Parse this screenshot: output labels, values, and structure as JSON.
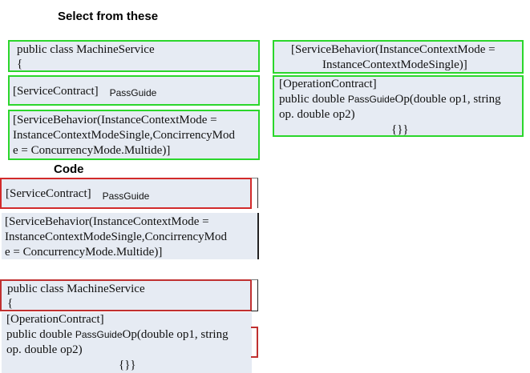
{
  "select_heading": "Select  from these",
  "code_heading": "Code",
  "options": {
    "class_open": [
      "public class MachineService",
      "{"
    ],
    "service_contract": {
      "attr": "[ServiceContract]",
      "name": "PassGuide"
    },
    "behavior_left": [
      "[ServiceBehavior(InstanceContextMode =",
      "InstanceContextModeSingle,ConcirrencyMod",
      "e = ConcurrencyMode.Multide)]"
    ],
    "behavior_right": [
      "[ServiceBehavior(InstanceContextMode =",
      "InstanceContextModeSingle)]"
    ],
    "operation": {
      "attr": "[OperationContract]",
      "decl_prefix": " public double",
      "method": "PassGuide",
      "decl_suffix": "Op(double op1, string",
      "line3": "op. double op2)",
      "body": "{}}"
    }
  },
  "code": {
    "service_contract": {
      "attr": "[ServiceContract]",
      "name": "PassGuide"
    },
    "behavior": [
      "[ServiceBehavior(InstanceContextMode =",
      "InstanceContextModeSingle,ConcirrencyMod",
      "e = ConcurrencyMode.Multide)]"
    ],
    "class_open": [
      "public class MachineService",
      "{"
    ],
    "operation": {
      "attr": "[OperationContract]",
      "decl_prefix": " public double",
      "method": "PassGuide",
      "decl_suffix": "Op(double op1, string",
      "line3": "op. double op2)",
      "body": "{}}"
    }
  }
}
